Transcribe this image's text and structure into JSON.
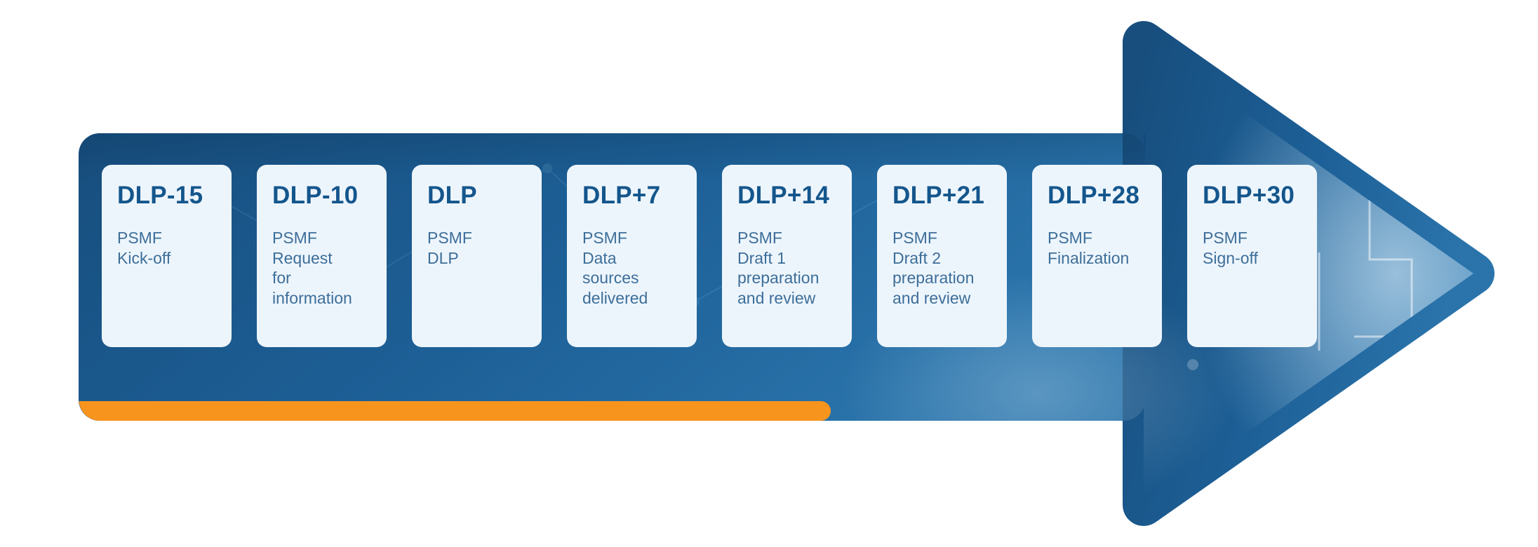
{
  "diagram": {
    "milestones": [
      {
        "label": "DLP-15",
        "description": "PSMF\nKick-off"
      },
      {
        "label": "DLP-10",
        "description": "PSMF\nRequest\nfor\ninformation"
      },
      {
        "label": "DLP",
        "description": "PSMF\nDLP"
      },
      {
        "label": "DLP+7",
        "description": "PSMF\nData\nsources\ndelivered"
      },
      {
        "label": "DLP+14",
        "description": "PSMF\nDraft 1\npreparation\nand review"
      },
      {
        "label": "DLP+21",
        "description": "PSMF\nDraft 2\npreparation\nand review"
      },
      {
        "label": "DLP+28",
        "description": "PSMF\nFinalization"
      },
      {
        "label": "DLP+30",
        "description": "PSMF\nSign-off"
      }
    ],
    "colors": {
      "arrow_blue_dark": "#174e7e",
      "arrow_blue": "#1d6097",
      "arrow_blue_light": "#2a74ab",
      "accent_orange": "#f7941d",
      "card_background": "#edf5fc",
      "label_text": "#14568c",
      "description_text": "#3d6e99"
    }
  }
}
